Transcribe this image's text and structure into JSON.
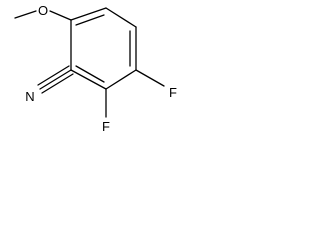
{
  "molecule": {
    "atoms": {
      "oxygen": "O",
      "nitrogen": "N",
      "fluorine_upper": "F",
      "fluorine_lower": "F"
    }
  }
}
